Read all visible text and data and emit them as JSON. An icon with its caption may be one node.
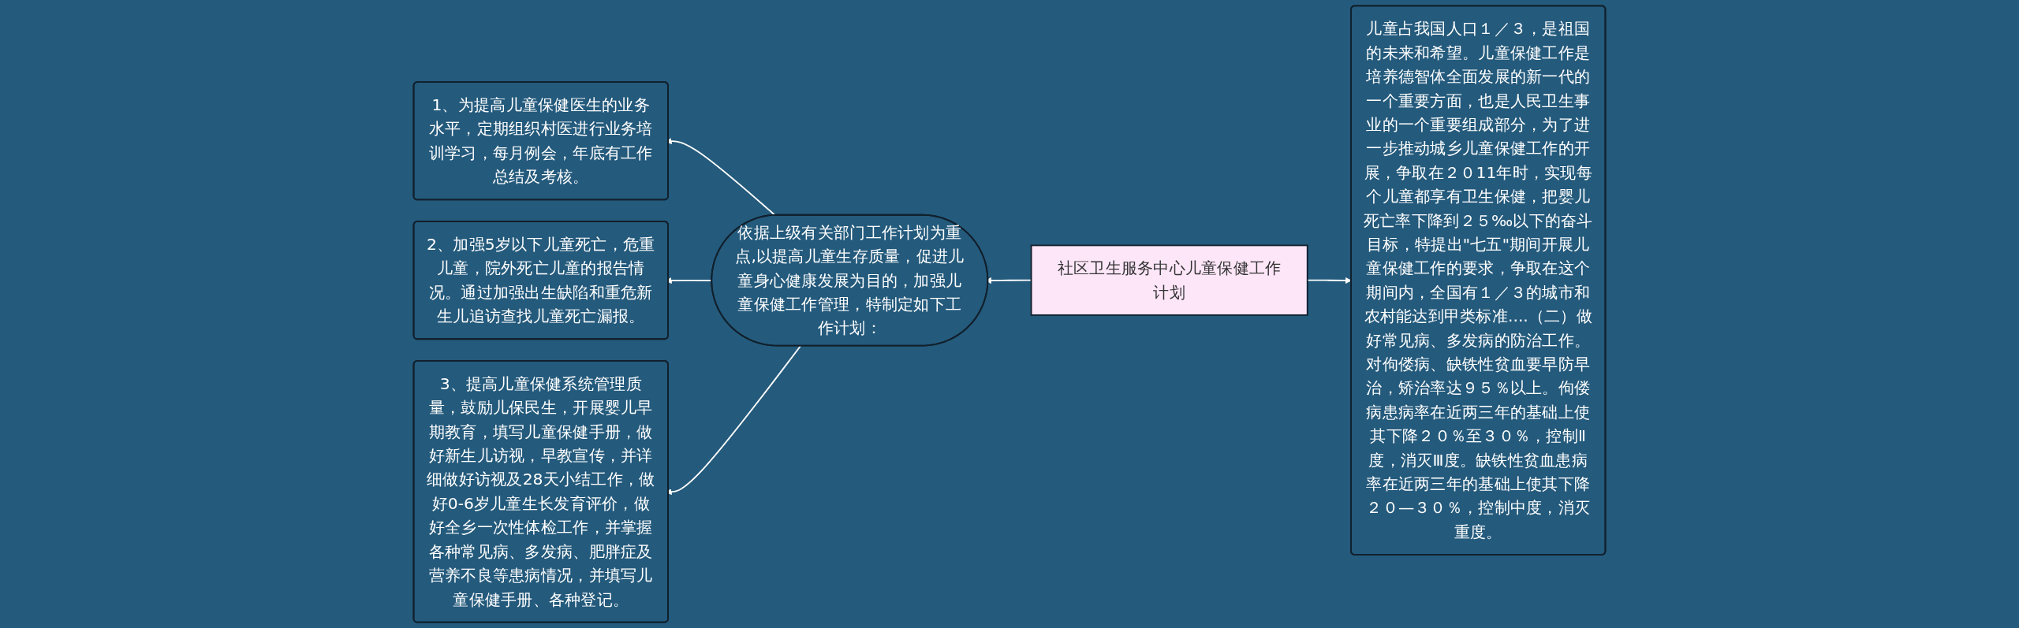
{
  "diagram": {
    "nodes": [
      {
        "text": [
          "社区卫生服务中心儿童保健工作计划"
        ]
      },
      {
        "text": [
          "依据上级有关部门工作计划为重点,以提高儿童生存质量，促进儿童身心健康发展为目的，加强儿童保健工作管理，特制定如下工作计划："
        ]
      },
      {
        "text": [
          "1、为提高儿童保健医生的业务水平，定期组织村医进行业务培训学习，每月例会，年底有工作总结及考核。"
        ]
      },
      {
        "text": [
          "2、加强5岁以下儿童死亡，危重儿童，院外死亡儿童的报告情况。通过加强出生缺陷和重危新生儿追访查找儿童死亡漏报。"
        ]
      },
      {
        "text": [
          "3、提高儿童保健系统管理质量，鼓励儿保民生，开展婴儿早期教育，填写儿童保健手册，做好新生儿访视，早教宣传，并详细做好访视及28天小结工作，做好0-6岁儿童生长发育评价，做好全乡一次性体检工作，并掌握各种常见病、多发病、肥胖症及营养不良等患病情况，并填写儿童保健手册、各种登记。"
        ]
      },
      {
        "text": [
          "儿童占我国人口１／３，是祖国的未来和希望。儿童保健工作是培养德智体全面发展的新一代的一个重要方面，也是人民卫生事业的一个重要组成部分，为了进一步推动城乡儿童保健工作的开展，争取在２０11年时，实现每个儿童都享有卫生保健，把婴儿死亡率下降到２５‰以下的奋斗目标，特提出\"七五\"期间开展儿童保健工作的要求，争取在这个期间内，全国有１／３的城市和农村能达到甲类标准....（二）做好常见病、多发病的防治工作。对佝偻病、缺铁性贫血要早防早治，矫治率达９５％以上。佝偻病患病率在近两三年的基础上使其下降２０％至３０％，控制Ⅱ度，消灭Ⅲ度。缺铁性贫血患病率在近两三年的基础上使其下降２０—３０％，控制中度，消灭重度。"
        ]
      }
    ],
    "edges": [
      {
        "from": 0,
        "to": 1,
        "arrow": "to"
      },
      {
        "from": 1,
        "to": 2,
        "arrow": "to"
      },
      {
        "from": 1,
        "to": 3,
        "arrow": "to"
      },
      {
        "from": 1,
        "to": 4,
        "arrow": "to"
      },
      {
        "from": 0,
        "to": 5,
        "arrow": "to"
      }
    ]
  }
}
